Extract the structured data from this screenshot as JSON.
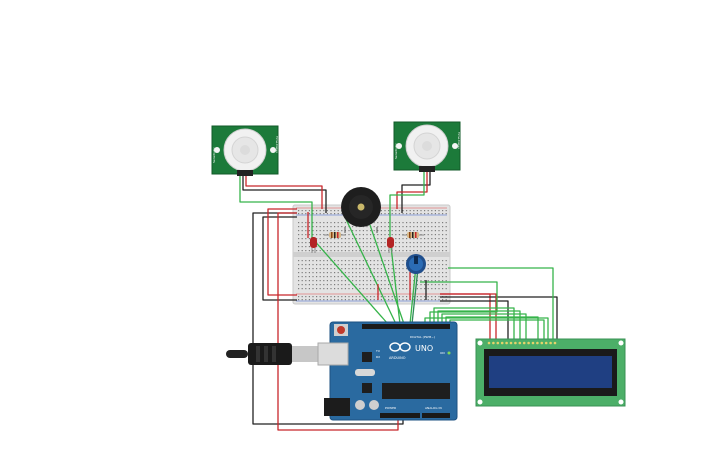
{
  "pir_sensors": [
    {
      "left_label": "Sensitivity",
      "right_label": "Time Delay"
    },
    {
      "left_label": "Sensitivity",
      "right_label": "Time Delay"
    }
  ],
  "arduino": {
    "logo": "UNO",
    "brand": "ARDUINO",
    "digital_label": "DIGITAL (PWM~)",
    "power_label": "POWER",
    "analog_label": "ANALOG IN",
    "tx_label": "TX",
    "rx_label": "RX",
    "on_label": "ON",
    "board_color": "#2a6aa0"
  },
  "colors": {
    "wire_red": "#c8262b",
    "wire_black": "#222222",
    "wire_green": "#36b34a",
    "pcb_green": "#1c7a3a",
    "lcd_green": "#4caf68",
    "lcd_screen": "#1f3f82"
  }
}
